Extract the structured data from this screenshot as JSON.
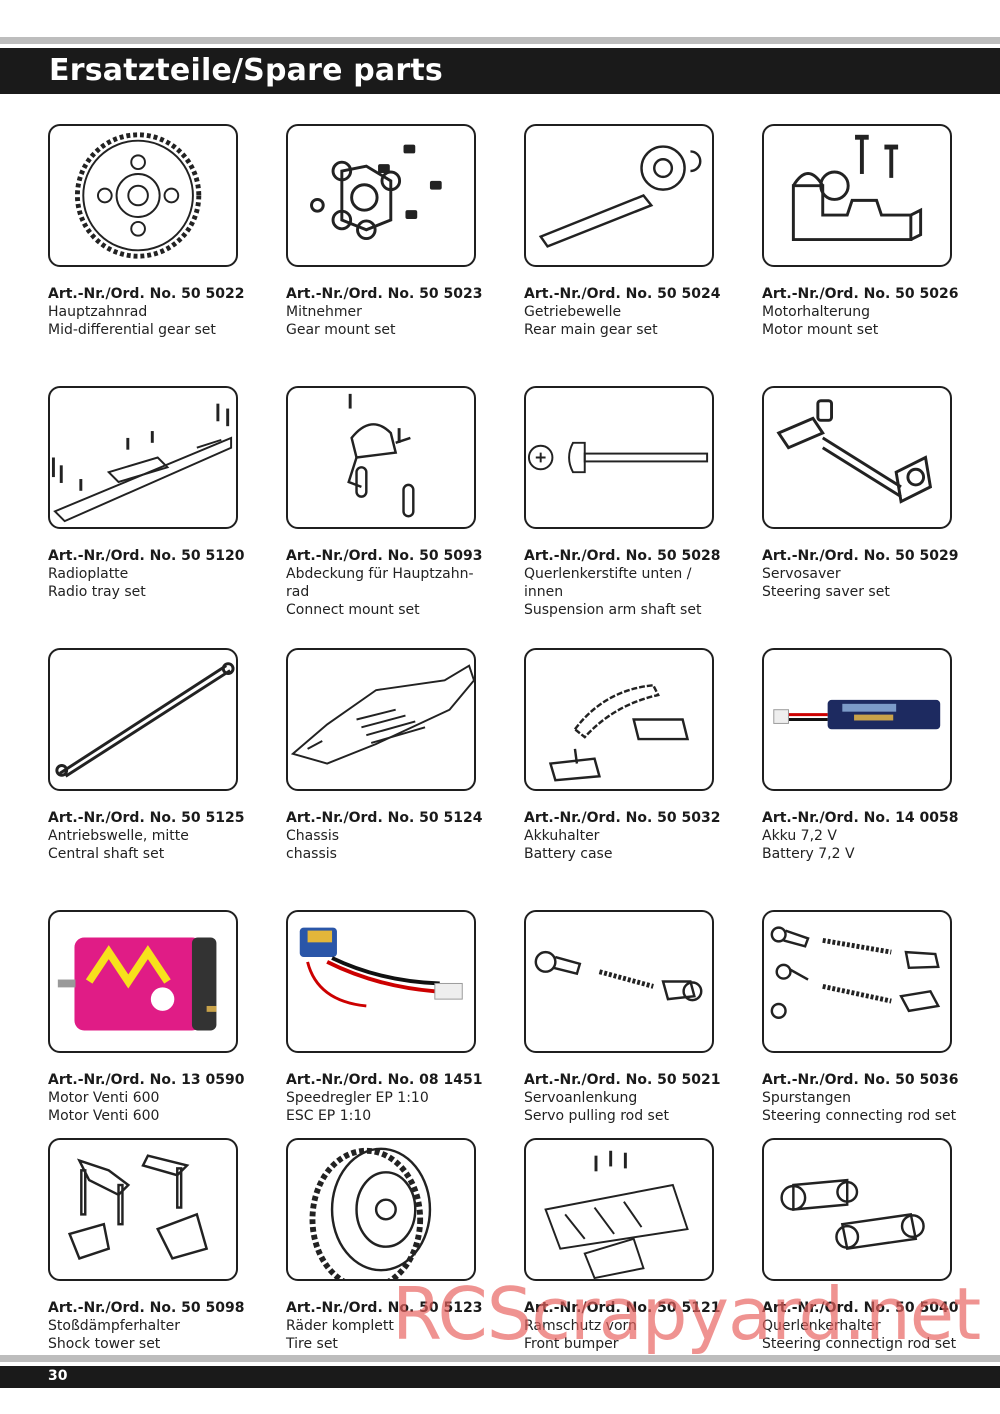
{
  "header": {
    "title": "Ersatzteile/Spare parts"
  },
  "footer": {
    "page_number": "30"
  },
  "watermark": {
    "text": "RCScrapyard.net"
  },
  "parts": [
    {
      "art": "Art.-Nr./Ord. No. 50 5022",
      "lines": [
        "Hauptzahnrad",
        "Mid-differential gear set"
      ],
      "icon": "gear-icon"
    },
    {
      "art": "Art.-Nr./Ord. No. 50 5023",
      "lines": [
        "Mitnehmer",
        "Gear mount set"
      ],
      "icon": "gear-mount-icon"
    },
    {
      "art": "Art.-Nr./Ord. No. 50 5024",
      "lines": [
        "Getriebewelle",
        "Rear main gear set"
      ],
      "icon": "gear-shaft-icon"
    },
    {
      "art": "Art.-Nr./Ord. No. 50 5026",
      "lines": [
        "Motorhalterung",
        "Motor mount set"
      ],
      "icon": "motor-mount-icon"
    },
    {
      "art": "Art.-Nr./Ord. No. 50 5120",
      "lines": [
        "Radioplatte",
        "Radio tray set"
      ],
      "icon": "radio-tray-icon"
    },
    {
      "art": "Art.-Nr./Ord. No. 50 5093",
      "lines": [
        "Abdeckung für Hauptzahn-",
        "rad",
        "Connect mount set"
      ],
      "icon": "connect-mount-icon"
    },
    {
      "art": "Art.-Nr./Ord. No. 50 5028",
      "lines": [
        "Querlenkerstifte unten /",
        "innen",
        "Suspension arm shaft set"
      ],
      "icon": "shaft-pin-icon"
    },
    {
      "art": "Art.-Nr./Ord. No. 50 5029",
      "lines": [
        "Servosaver",
        "Steering saver set"
      ],
      "icon": "servo-saver-icon"
    },
    {
      "art": "Art.-Nr./Ord. No. 50 5125",
      "lines": [
        "Antriebswelle, mitte",
        "Central shaft set"
      ],
      "icon": "central-shaft-icon"
    },
    {
      "art": "Art.-Nr./Ord. No. 50 5124",
      "lines": [
        "Chassis",
        "chassis"
      ],
      "icon": "chassis-icon"
    },
    {
      "art": "Art.-Nr./Ord. No. 50 5032",
      "lines": [
        "Akkuhalter",
        "Battery case"
      ],
      "icon": "battery-holder-icon"
    },
    {
      "art": "Art.-Nr./Ord. No. 14 0058",
      "lines": [
        "Akku 7,2 V",
        "Battery 7,2 V"
      ],
      "icon": "battery-icon"
    },
    {
      "art": "Art.-Nr./Ord. No. 13 0590",
      "lines": [
        "Motor Venti 600",
        "Motor Venti 600"
      ],
      "icon": "motor-icon"
    },
    {
      "art": "Art.-Nr./Ord. No. 08 1451",
      "lines": [
        "Speedregler EP 1:10",
        "ESC EP 1:10"
      ],
      "icon": "esc-icon"
    },
    {
      "art": "Art.-Nr./Ord. No. 50 5021",
      "lines": [
        "Servoanlenkung",
        "Servo pulling rod set"
      ],
      "icon": "servo-rod-icon"
    },
    {
      "art": "Art.-Nr./Ord. No. 50 5036",
      "lines": [
        "Spurstangen",
        "Steering connecting rod set"
      ],
      "icon": "steering-rods-icon"
    },
    {
      "art": "Art.-Nr./Ord. No. 50 5098",
      "lines": [
        "Stoßdämpferhalter",
        "Shock tower set"
      ],
      "icon": "shock-tower-icon"
    },
    {
      "art": "Art.-Nr./Ord. No. 50 5123",
      "lines": [
        "Räder komplett",
        "Tire set"
      ],
      "icon": "tire-icon"
    },
    {
      "art": "Art.-Nr./Ord. No. 50 5121",
      "lines": [
        "Ramschutz vorn",
        "Front bumper"
      ],
      "icon": "bumper-icon"
    },
    {
      "art": "Art.-Nr./Ord. No. 50 5040",
      "lines": [
        "Querlenkerhalter",
        "Steering connectign rod set"
      ],
      "icon": "arm-holder-icon"
    }
  ]
}
